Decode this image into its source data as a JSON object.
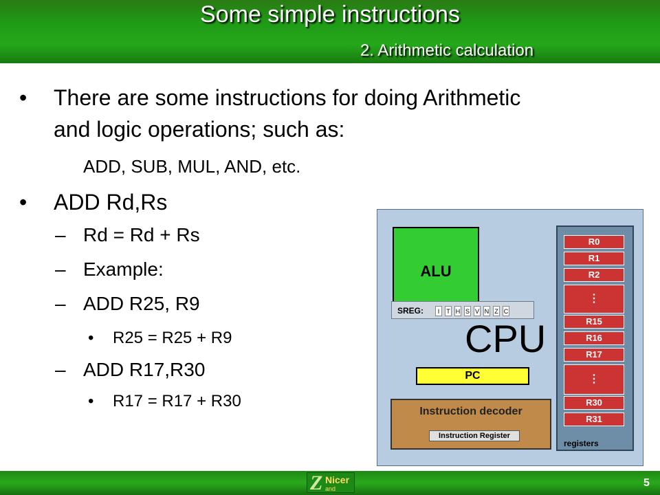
{
  "header": {
    "title": "Some simple instructions",
    "subtitle": "2. Arithmetic calculation"
  },
  "content": {
    "bullet1_line1": "There are some instructions for doing Arithmetic",
    "bullet1_line2": "and logic operations; such as:",
    "instr_list": "ADD, SUB, MUL, AND, etc.",
    "bullet2": "ADD Rd,Rs",
    "sub1": "Rd = Rd + Rs",
    "sub2": "Example:",
    "sub3": "ADD R25, R9",
    "subsub1": "R25 = R25 + R9",
    "sub4": "ADD R17,R30",
    "subsub2": "R17 = R17 + R30",
    "bullet_symbol": "•",
    "dash_symbol": "–"
  },
  "cpu": {
    "label": "CPU",
    "alu": "ALU",
    "sreg_label": "SREG:",
    "flags": [
      "I",
      "T",
      "H",
      "S",
      "V",
      "N",
      "Z",
      "C"
    ],
    "pc": "PC",
    "decoder": "Instruction decoder",
    "instruction_register": "Instruction Register",
    "registers_caption": "registers",
    "registers": [
      "R0",
      "R1",
      "R2",
      "R15",
      "R16",
      "R17",
      "R30",
      "R31"
    ],
    "ellipsis": "⋮"
  },
  "footer": {
    "logo_text": "Nicer",
    "logo_small": "and",
    "logo_z": "Z",
    "page_number": "5"
  }
}
